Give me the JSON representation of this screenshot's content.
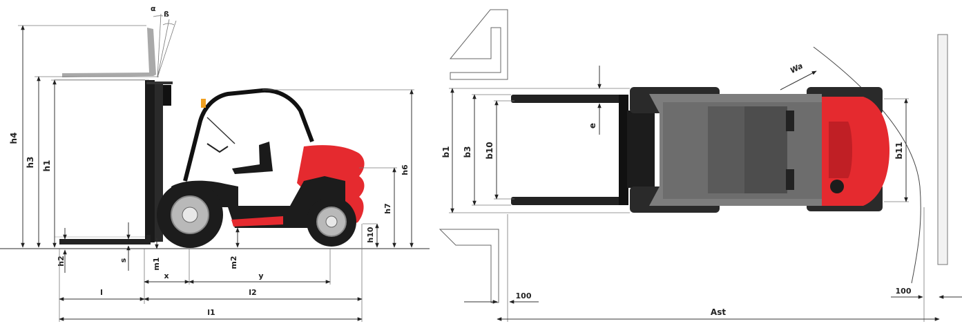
{
  "side_view": {
    "angle_labels": {
      "alpha": "α",
      "beta": "ß"
    },
    "vertical_dims": {
      "h4": "h4",
      "h3": "h3",
      "h1": "h1",
      "h2": "h2",
      "s": "s",
      "m1": "m1",
      "m2": "m2",
      "h10": "h10",
      "h7": "h7",
      "h6": "h6"
    },
    "horizontal_dims": {
      "x": "x",
      "y": "y",
      "l": "l",
      "l2": "l2",
      "l1": "l1"
    }
  },
  "top_view": {
    "vertical_dims": {
      "b1": "b1",
      "b3": "b3",
      "b10": "b10",
      "e": "e",
      "b11": "b11"
    },
    "radius_label": "Wa",
    "clearance_left": "100",
    "clearance_right": "100",
    "aisle_label": "Ast"
  },
  "colors": {
    "body_red": "#e52a2f",
    "tyre_black": "#1c1c1c",
    "rim_grey": "#b9b9b9",
    "mast_dark": "#1a1a1a",
    "top_grey": "#7d7d7d",
    "fork_grey": "#8c8c8c"
  }
}
